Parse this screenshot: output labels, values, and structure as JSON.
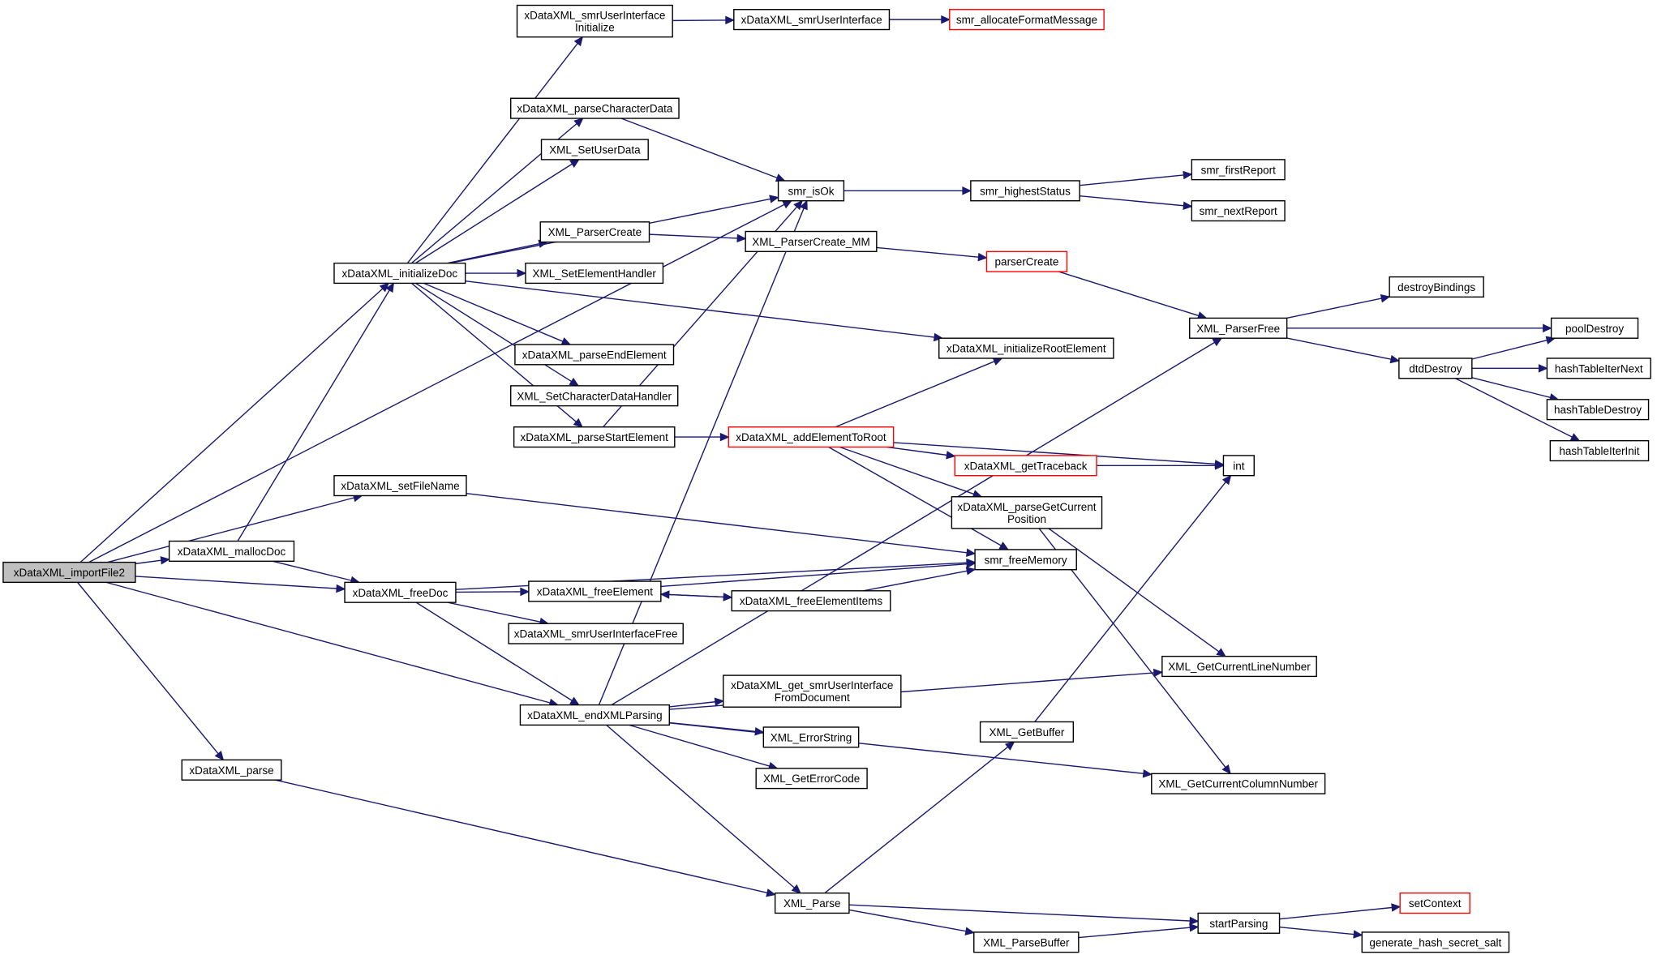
{
  "colors": {
    "edge": "#191970",
    "root_fill": "#bfbfbf",
    "truncated_border": "#ff0000"
  },
  "nodes": {
    "importFile2": {
      "lines": [
        "xDataXML_importFile2"
      ],
      "root": true
    },
    "initializeDoc": {
      "lines": [
        "xDataXML_initializeDoc"
      ]
    },
    "setFileName": {
      "lines": [
        "xDataXML_setFileName"
      ]
    },
    "mallocDoc": {
      "lines": [
        "xDataXML_mallocDoc"
      ]
    },
    "freeDoc": {
      "lines": [
        "xDataXML_freeDoc"
      ]
    },
    "parse": {
      "lines": [
        "xDataXML_parse"
      ]
    },
    "endXMLParsing": {
      "lines": [
        "xDataXML_endXMLParsing"
      ]
    },
    "smrUIInitialize": {
      "lines": [
        "xDataXML_smrUserInterface",
        "Initialize"
      ]
    },
    "smrUI": {
      "lines": [
        "xDataXML_smrUserInterface"
      ]
    },
    "allocFormat": {
      "lines": [
        "smr_allocateFormatMessage"
      ],
      "truncated": true
    },
    "parseCharData": {
      "lines": [
        "xDataXML_parseCharacterData"
      ]
    },
    "setUserData": {
      "lines": [
        "XML_SetUserData"
      ]
    },
    "smrIsOk": {
      "lines": [
        "smr_isOk"
      ]
    },
    "highestStatus": {
      "lines": [
        "smr_highestStatus"
      ]
    },
    "firstReport": {
      "lines": [
        "smr_firstReport"
      ]
    },
    "nextReport": {
      "lines": [
        "smr_nextReport"
      ]
    },
    "parserCreate": {
      "lines": [
        "XML_ParserCreate"
      ]
    },
    "parserCreateMM": {
      "lines": [
        "XML_ParserCreate_MM"
      ]
    },
    "parserCreateInt": {
      "lines": [
        "parserCreate"
      ],
      "truncated": true
    },
    "setElementHandler": {
      "lines": [
        "XML_SetElementHandler"
      ]
    },
    "parserFree": {
      "lines": [
        "XML_ParserFree"
      ]
    },
    "destroyBindings": {
      "lines": [
        "destroyBindings"
      ]
    },
    "poolDestroy": {
      "lines": [
        "poolDestroy"
      ]
    },
    "dtdDestroy": {
      "lines": [
        "dtdDestroy"
      ]
    },
    "hashIterNext": {
      "lines": [
        "hashTableIterNext"
      ]
    },
    "hashDestroy": {
      "lines": [
        "hashTableDestroy"
      ]
    },
    "hashIterInit": {
      "lines": [
        "hashTableIterInit"
      ]
    },
    "initRootElement": {
      "lines": [
        "xDataXML_initializeRootElement"
      ]
    },
    "parseEndElement": {
      "lines": [
        "xDataXML_parseEndElement"
      ]
    },
    "setCharDataHandler": {
      "lines": [
        "XML_SetCharacterDataHandler"
      ]
    },
    "parseStartElement": {
      "lines": [
        "xDataXML_parseStartElement"
      ]
    },
    "addElementToRoot": {
      "lines": [
        "xDataXML_addElementToRoot"
      ],
      "truncated": true
    },
    "getTraceback": {
      "lines": [
        "xDataXML_getTraceback"
      ],
      "truncated": true
    },
    "int": {
      "lines": [
        "int"
      ]
    },
    "parseGetCurrentPos": {
      "lines": [
        "xDataXML_parseGetCurrent",
        "Position"
      ]
    },
    "freeMemory": {
      "lines": [
        "smr_freeMemory"
      ]
    },
    "freeElement": {
      "lines": [
        "xDataXML_freeElement"
      ]
    },
    "freeElementItems": {
      "lines": [
        "xDataXML_freeElementItems"
      ]
    },
    "smrUIFree": {
      "lines": [
        "xDataXML_smrUserInterfaceFree"
      ]
    },
    "getCurrentLine": {
      "lines": [
        "XML_GetCurrentLineNumber"
      ]
    },
    "getSmrUIFromDoc": {
      "lines": [
        "xDataXML_get_smrUserInterface",
        "FromDocument"
      ]
    },
    "errorString": {
      "lines": [
        "XML_ErrorString"
      ]
    },
    "getErrorCode": {
      "lines": [
        "XML_GetErrorCode"
      ]
    },
    "getBuffer": {
      "lines": [
        "XML_GetBuffer"
      ]
    },
    "getCurrentColumn": {
      "lines": [
        "XML_GetCurrentColumnNumber"
      ]
    },
    "xmlParse": {
      "lines": [
        "XML_Parse"
      ]
    },
    "parseBuffer": {
      "lines": [
        "XML_ParseBuffer"
      ]
    },
    "startParsing": {
      "lines": [
        "startParsing"
      ]
    },
    "setContext": {
      "lines": [
        "setContext"
      ],
      "truncated": true
    },
    "genHashSalt": {
      "lines": [
        "generate_hash_secret_salt"
      ]
    }
  },
  "edges": [
    [
      "importFile2",
      "smrIsOk"
    ],
    [
      "importFile2",
      "initializeDoc"
    ],
    [
      "importFile2",
      "setFileName"
    ],
    [
      "importFile2",
      "mallocDoc"
    ],
    [
      "importFile2",
      "freeDoc"
    ],
    [
      "importFile2",
      "parse"
    ],
    [
      "importFile2",
      "endXMLParsing"
    ],
    [
      "initializeDoc",
      "smrUIInitialize"
    ],
    [
      "initializeDoc",
      "parseCharData"
    ],
    [
      "initializeDoc",
      "setUserData"
    ],
    [
      "initializeDoc",
      "smrIsOk"
    ],
    [
      "initializeDoc",
      "parserCreate"
    ],
    [
      "initializeDoc",
      "setElementHandler"
    ],
    [
      "initializeDoc",
      "initRootElement"
    ],
    [
      "initializeDoc",
      "parseEndElement"
    ],
    [
      "initializeDoc",
      "setCharDataHandler"
    ],
    [
      "initializeDoc",
      "parseStartElement"
    ],
    [
      "smrUIInitialize",
      "smrUI"
    ],
    [
      "smrUI",
      "allocFormat"
    ],
    [
      "parseCharData",
      "smrIsOk"
    ],
    [
      "smrIsOk",
      "highestStatus"
    ],
    [
      "highestStatus",
      "firstReport"
    ],
    [
      "highestStatus",
      "nextReport"
    ],
    [
      "parserCreate",
      "parserCreateMM"
    ],
    [
      "parserCreateMM",
      "parserCreateInt"
    ],
    [
      "parserCreateInt",
      "parserFree"
    ],
    [
      "parserFree",
      "destroyBindings"
    ],
    [
      "parserFree",
      "poolDestroy"
    ],
    [
      "parserFree",
      "dtdDestroy"
    ],
    [
      "dtdDestroy",
      "poolDestroy"
    ],
    [
      "dtdDestroy",
      "hashIterNext"
    ],
    [
      "dtdDestroy",
      "hashDestroy"
    ],
    [
      "dtdDestroy",
      "hashIterInit"
    ],
    [
      "parseStartElement",
      "smrIsOk"
    ],
    [
      "parseStartElement",
      "addElementToRoot"
    ],
    [
      "addElementToRoot",
      "initRootElement"
    ],
    [
      "addElementToRoot",
      "int"
    ],
    [
      "addElementToRoot",
      "getTraceback"
    ],
    [
      "addElementToRoot",
      "parseGetCurrentPos"
    ],
    [
      "addElementToRoot",
      "freeMemory"
    ],
    [
      "getTraceback",
      "int"
    ],
    [
      "parseGetCurrentPos",
      "getCurrentLine"
    ],
    [
      "parseGetCurrentPos",
      "getCurrentColumn"
    ],
    [
      "setFileName",
      "freeMemory"
    ],
    [
      "mallocDoc",
      "initializeDoc"
    ],
    [
      "mallocDoc",
      "freeDoc"
    ],
    [
      "freeDoc",
      "freeMemory"
    ],
    [
      "freeDoc",
      "freeElement"
    ],
    [
      "freeDoc",
      "smrUIFree"
    ],
    [
      "freeDoc",
      "endXMLParsing"
    ],
    [
      "freeElement",
      "freeMemory"
    ],
    [
      "freeElement",
      "freeElementItems"
    ],
    [
      "freeElementItems",
      "freeElement"
    ],
    [
      "freeElementItems",
      "freeMemory"
    ],
    [
      "endXMLParsing",
      "smrIsOk"
    ],
    [
      "endXMLParsing",
      "parserFree"
    ],
    [
      "endXMLParsing",
      "getSmrUIFromDoc"
    ],
    [
      "endXMLParsing",
      "errorString"
    ],
    [
      "endXMLParsing",
      "getErrorCode"
    ],
    [
      "endXMLParsing",
      "getCurrentLine"
    ],
    [
      "endXMLParsing",
      "getCurrentColumn"
    ],
    [
      "endXMLParsing",
      "xmlParse"
    ],
    [
      "parse",
      "xmlParse"
    ],
    [
      "xmlParse",
      "getBuffer"
    ],
    [
      "xmlParse",
      "startParsing"
    ],
    [
      "xmlParse",
      "parseBuffer"
    ],
    [
      "getBuffer",
      "int"
    ],
    [
      "parseBuffer",
      "startParsing"
    ],
    [
      "startParsing",
      "setContext"
    ],
    [
      "startParsing",
      "genHashSalt"
    ]
  ]
}
